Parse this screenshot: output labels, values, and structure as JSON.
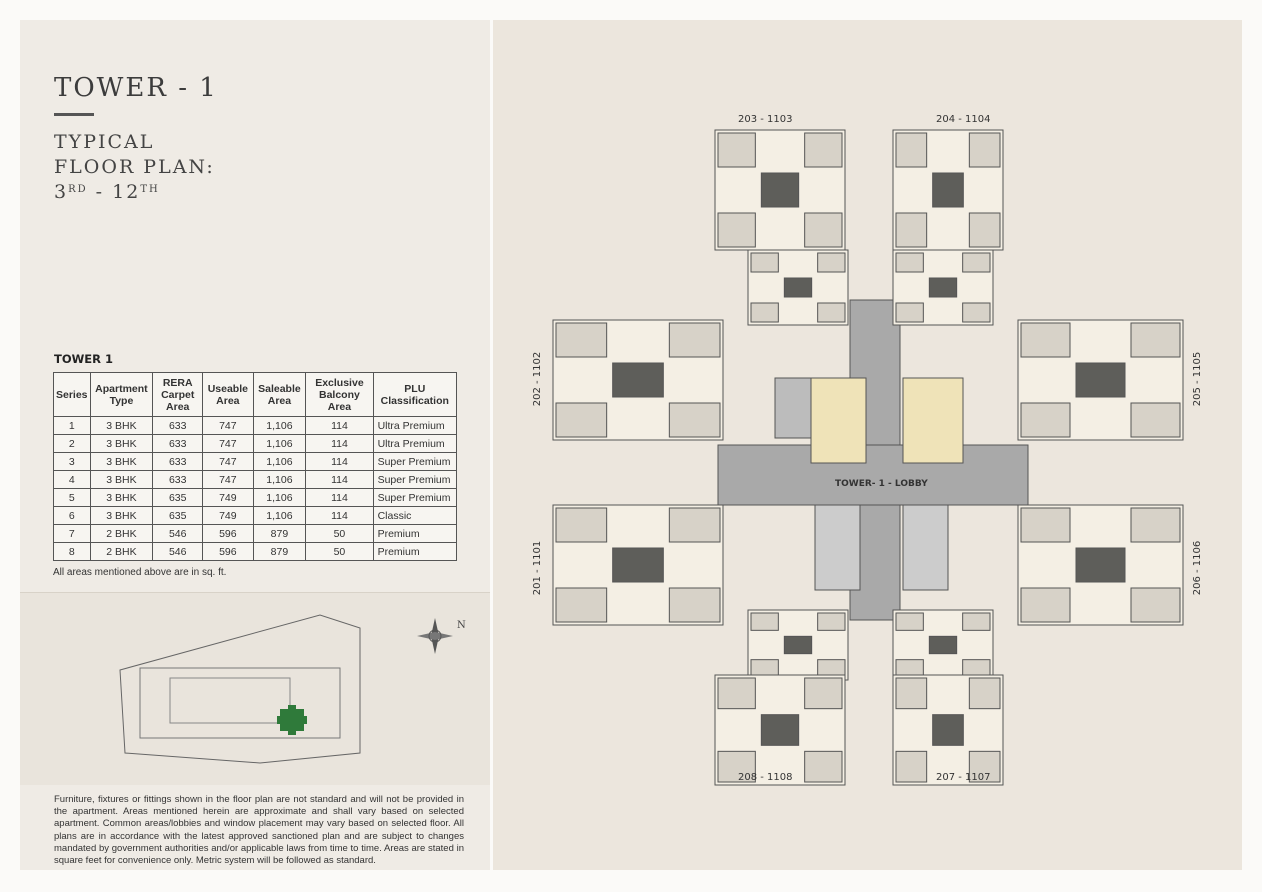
{
  "title": "TOWER - 1",
  "subtitle": {
    "line1": "TYPICAL",
    "line2": "FLOOR PLAN:",
    "from": "3",
    "from_sup": "RD",
    "sep": " - ",
    "to": "12",
    "to_sup": "TH"
  },
  "table": {
    "title": "TOWER 1",
    "headers": [
      "Series",
      "Apartment Type",
      "RERA Carpet Area",
      "Useable Area",
      "Saleable Area",
      "Exclusive Balcony Area",
      "PLU Classification"
    ],
    "rows": [
      [
        "1",
        "3 BHK",
        "633",
        "747",
        "1,106",
        "114",
        "Ultra Premium"
      ],
      [
        "2",
        "3 BHK",
        "633",
        "747",
        "1,106",
        "114",
        "Ultra Premium"
      ],
      [
        "3",
        "3 BHK",
        "633",
        "747",
        "1,106",
        "114",
        "Super Premium"
      ],
      [
        "4",
        "3 BHK",
        "633",
        "747",
        "1,106",
        "114",
        "Super Premium"
      ],
      [
        "5",
        "3 BHK",
        "635",
        "749",
        "1,106",
        "114",
        "Super Premium"
      ],
      [
        "6",
        "3 BHK",
        "635",
        "749",
        "1,106",
        "114",
        "Classic"
      ],
      [
        "7",
        "2 BHK",
        "546",
        "596",
        "879",
        "50",
        "Premium"
      ],
      [
        "8",
        "2 BHK",
        "546",
        "596",
        "879",
        "50",
        "Premium"
      ]
    ],
    "note": "All areas mentioned above are in sq. ft."
  },
  "keymap": {
    "north": "N"
  },
  "disclaimer": "Furniture, fixtures or fittings shown in the floor plan are not standard and will not be provided in the apartment. Areas mentioned herein are approximate and shall vary based on selected apartment. Common areas/lobbies and window placement may vary based on selected floor. All plans are in accordance with the latest approved sanctioned plan and are subject to changes mandated by government authorities and/or applicable laws from time to time. Areas are stated in square feet for convenience only. Metric system will be followed as standard.",
  "plan": {
    "lobby": "TOWER- 1 - LOBBY",
    "units": {
      "top_left": "203 - 1103",
      "top_right": "204 - 1104",
      "left_top": "202 - 1102",
      "left_bottom": "201 - 1101",
      "right_top": "205 - 1105",
      "right_bottom": "206 - 1106",
      "bottom_left": "208 - 1108",
      "bottom_right": "207 - 1107"
    }
  },
  "colors": {
    "panel": "#efebe5",
    "plan_bg": "#ece6dd",
    "corridor": "#a9a9a9",
    "room": "#f4efe4",
    "wall": "#555555",
    "accent_green": "#2f7a3a"
  }
}
